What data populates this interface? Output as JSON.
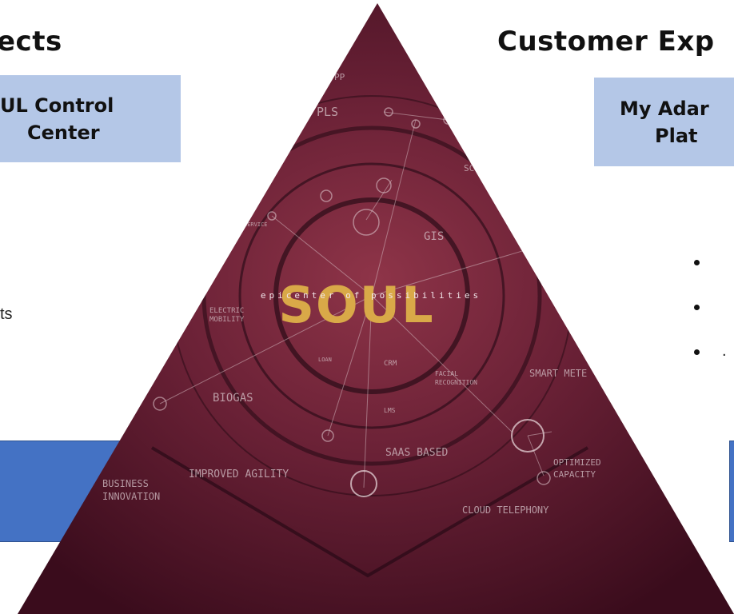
{
  "left_column": {
    "heading": "ects",
    "box_line_1": "UL Control",
    "box_line_2": "Center",
    "snippet": "ts"
  },
  "right_column": {
    "heading": "Customer Exp",
    "box_line_1": "My Adar",
    "box_line_2": "Plat",
    "bullet_3_text": "."
  },
  "pyramid": {
    "logo": "SOUL",
    "tagline": "epicenter of possibilities",
    "labels": {
      "app": "PP",
      "pls": "PLS",
      "sc": "SC",
      "gis": "GIS",
      "service": "SERVICE",
      "electric_1": "ELECTRIC",
      "electric_2": "MOBILITY",
      "crm": "CRM",
      "loan": "LOAN",
      "facial_1": "FACIAL",
      "facial_2": "RECOGNITION",
      "lms": "LMS",
      "biogas": "BIOGAS",
      "smart_meter": "SMART METE",
      "business_1": "BUSINESS",
      "business_2": "INNOVATION",
      "agility": "IMPROVED AGILITY",
      "saas": "SAAS BASED",
      "optimized_1": "OPTIMIZED",
      "optimized_2": "CAPACITY",
      "cloud": "CLOUD TELEPHONY"
    },
    "colors": {
      "dark": "#3c0d1d",
      "mid": "#6e2438",
      "light": "#9a3a4f",
      "logo": "#d9a948"
    }
  }
}
